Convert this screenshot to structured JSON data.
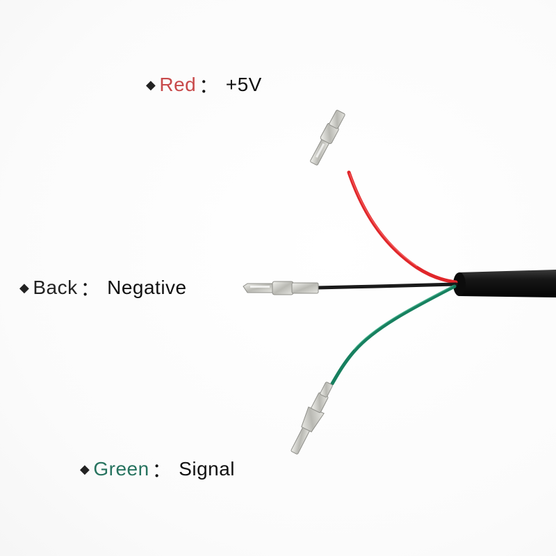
{
  "labels": [
    {
      "bullet": "◆",
      "color_word": "Red",
      "separator": "：",
      "meaning": "+5V",
      "color": "#c8494a"
    },
    {
      "bullet": "◆",
      "color_word": "Back",
      "separator": "：",
      "meaning": "Negative",
      "color": "#222222"
    },
    {
      "bullet": "◆",
      "color_word": "Green",
      "separator": "：",
      "meaning": "Signal",
      "color": "#27735f"
    }
  ],
  "wire_colors": {
    "red": "#e0262a",
    "black": "#1a1a1a",
    "green": "#17805f",
    "jacket": "#151515",
    "terminal": "#c9c9c4"
  }
}
